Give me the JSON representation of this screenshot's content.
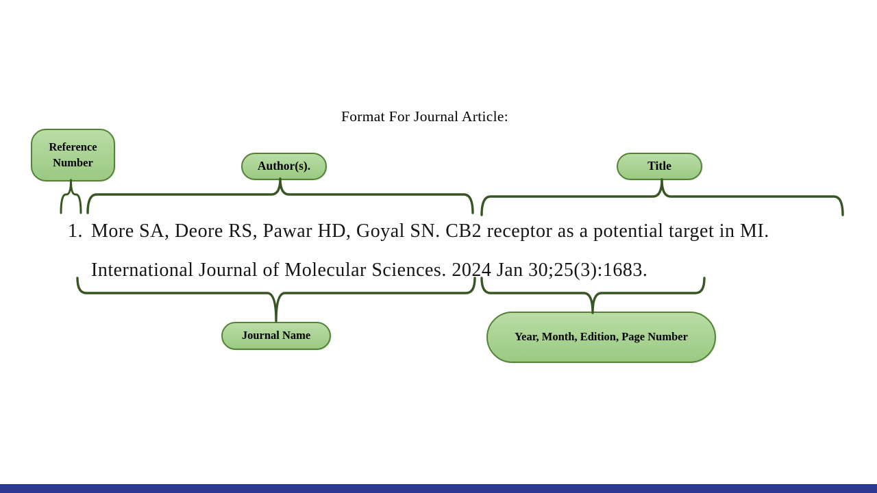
{
  "heading": "Format For Journal Article:",
  "bubbles": {
    "reference_number": "Reference Number",
    "authors": "Author(s).",
    "title": "Title",
    "journal_name": "Journal Name",
    "year_month_edition_page": "Year, Month, Edition, Page Number"
  },
  "citation": {
    "number": "1.",
    "line1": "More SA, Deore RS, Pawar HD, Goyal SN. CB2 receptor as a potential target in MI.",
    "line2": "International Journal of Molecular Sciences. 2024 Jan 30;25(3):1683."
  },
  "colors": {
    "background": "#ffffff",
    "text": "#000000",
    "citation_text": "#141414",
    "bubble_fill_top": "#b9dda5",
    "bubble_fill_bottom": "#9bc982",
    "bubble_border": "#538135",
    "brace": "#375623",
    "footer_bar": "#2b3990"
  }
}
